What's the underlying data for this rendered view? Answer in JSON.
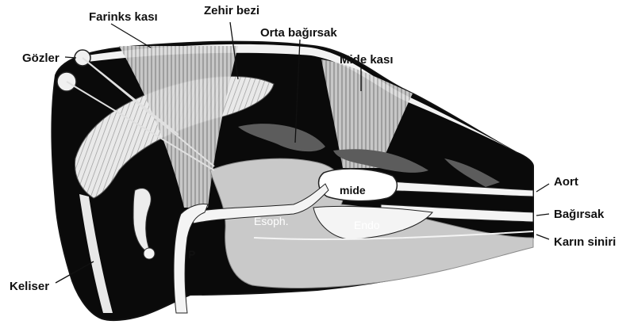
{
  "labels": {
    "farinks_kasi": "Farinks kası",
    "zehir_bezi": "Zehir bezi",
    "orta_bagirsak": "Orta bağırsak",
    "gozler": "Gözler",
    "mide_kasi": "Mide kası",
    "aort": "Aort",
    "bagirsak": "Bağırsak",
    "karin_siniri": "Karın siniri",
    "keliser": "Keliser",
    "mide": "mide",
    "esoph": "Esoph.",
    "endo": "Endo",
    "p": "P"
  }
}
